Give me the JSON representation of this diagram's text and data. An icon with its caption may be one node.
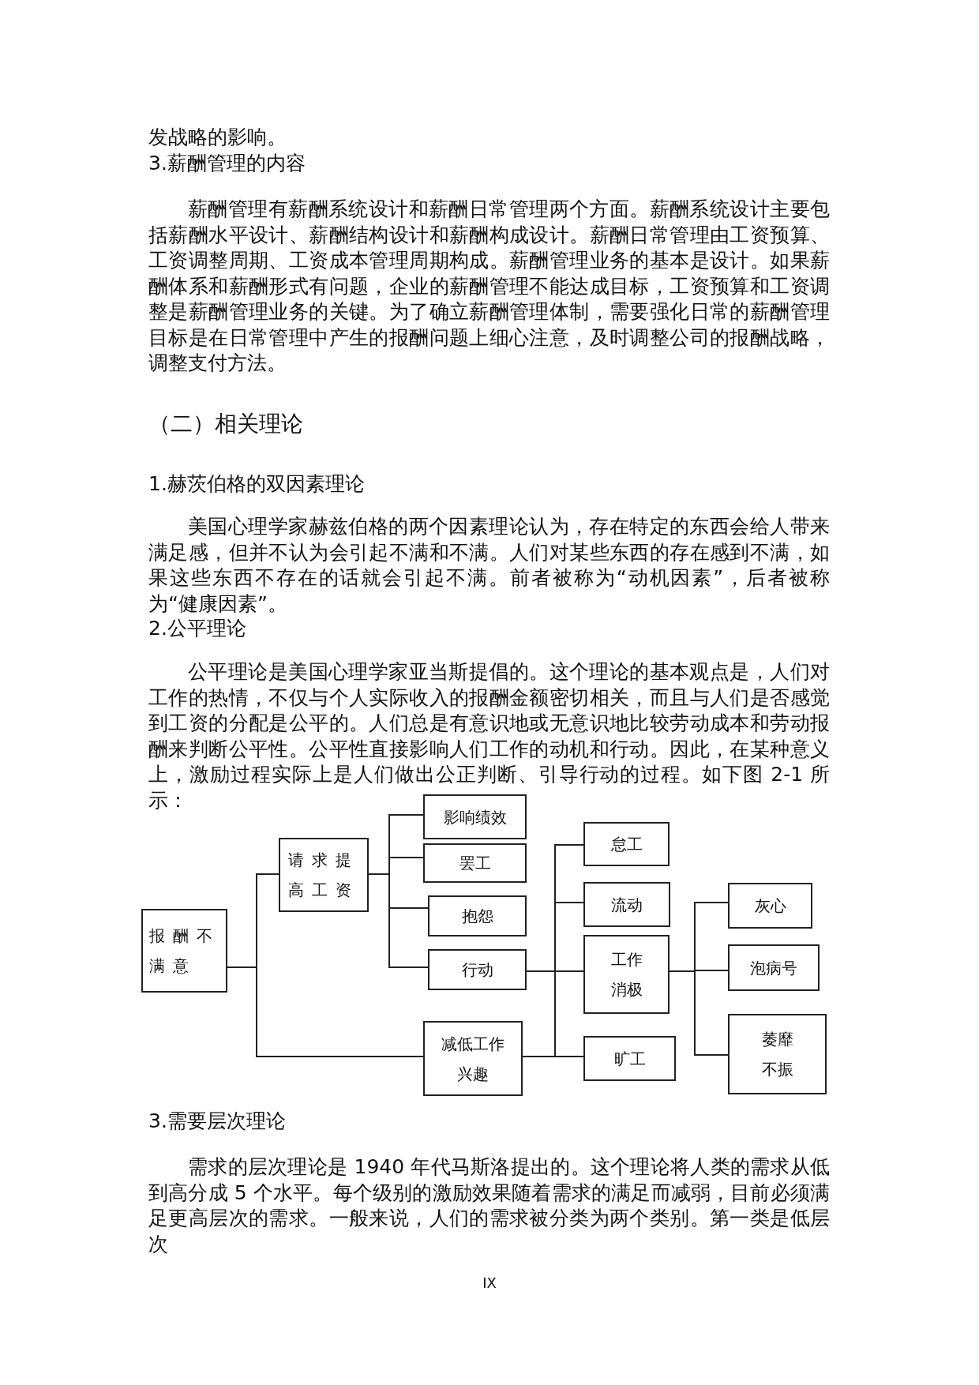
{
  "diagram": {
    "nodes": [
      {
        "text": [
          "报酬不满意"
        ]
      },
      {
        "text": [
          "请求提高工资"
        ]
      },
      {
        "text": [
          "影响绩效"
        ]
      },
      {
        "text": [
          "罢工"
        ]
      },
      {
        "text": [
          "抱怨"
        ]
      },
      {
        "text": [
          "行动"
        ]
      },
      {
        "text": [
          "减低工作兴趣"
        ]
      },
      {
        "text": [
          "怠工"
        ]
      },
      {
        "text": [
          "流动"
        ]
      },
      {
        "text": [
          "工作消极"
        ]
      },
      {
        "text": [
          "旷工"
        ]
      },
      {
        "text": [
          "灰心"
        ]
      },
      {
        "text": [
          "泡病号"
        ]
      },
      {
        "text": [
          "萎靡不振"
        ]
      }
    ],
    "edges": [
      {
        "from": 0,
        "to": 1,
        "arrow": "none"
      },
      {
        "from": 0,
        "to": 6,
        "arrow": "none"
      },
      {
        "from": 1,
        "to": 2,
        "arrow": "none"
      },
      {
        "from": 1,
        "to": 3,
        "arrow": "none"
      },
      {
        "from": 1,
        "to": 4,
        "arrow": "none"
      },
      {
        "from": 1,
        "to": 5,
        "arrow": "none"
      },
      {
        "from": 5,
        "to": 7,
        "arrow": "none"
      },
      {
        "from": 5,
        "to": 8,
        "arrow": "none"
      },
      {
        "from": 5,
        "to": 9,
        "arrow": "none"
      },
      {
        "from": 5,
        "to": 10,
        "arrow": "none"
      },
      {
        "from": 6,
        "to": 7,
        "arrow": "none"
      },
      {
        "from": 6,
        "to": 8,
        "arrow": "none"
      },
      {
        "from": 6,
        "to": 9,
        "arrow": "none"
      },
      {
        "from": 6,
        "to": 10,
        "arrow": "none"
      },
      {
        "from": 9,
        "to": 11,
        "arrow": "none"
      },
      {
        "from": 9,
        "to": 12,
        "arrow": "none"
      },
      {
        "from": 9,
        "to": 13,
        "arrow": "none"
      }
    ],
    "labels": [
      "发战略的影响。",
      "3.薪酬管理的内容",
      "薪酬管理有薪酬系统设计和薪酬日常管理两个方面。薪酬系统设计主要包括薪酬水平设计、薪酬结构设计和薪酬构成设计。薪酬日常管理由工资预算、工资调整周期、工资成本管理周期构成。薪酬管理业务的基本是设计。如果薪酬体系和薪酬形式有问题，企业的薪酬管理不能达成目标，工资预算和工资调整是薪酬管理业务的关键。为了确立薪酬管理体制，需要强化日常的薪酬管理目标是在日常管理中产生的报酬问题上细心注意，及时调整公司的报酬战略，调整支付方法。",
      "（二）相关理论",
      "1.赫茨伯格的双因素理论",
      "美国心理学家赫兹伯格的两个因素理论认为，存在特定的东西会给人带来满足感，但并不认为会引起不满和不满。人们对某些东西的存在感到不满，如果这些东西不存在的话就会引起不满。前者被称为“动机因素”，后者被称为“健康因素”。",
      "2.公平理论",
      "公平理论是美国心理学家亚当斯提倡的。这个理论的基本观点是，人们对工作的热情，不仅与个人实际收入的报酬金额密切相关，而且与人们是否感觉到工资的分配是公平的。人们总是有意识地或无意识地比较劳动成本和劳动报酬来判断公平性。公平性直接影响人们工作的动机和行动。因此，在某种意义上，激励过程实际上是人们做出公正判断、引导行动的过程。如下图 2-1 所示：",
      "3.需要层次理论",
      "需求的层次理论是 1940 年代马斯洛提出的。这个理论将人类的需求从低到高分成 5 个水平。每个级别的激励效果随着需求的满足而减弱，目前必须满足更高层次的需求。一般来说，人们的需求被分类为两个类别。第一类是低层次",
      "IX"
    ]
  }
}
